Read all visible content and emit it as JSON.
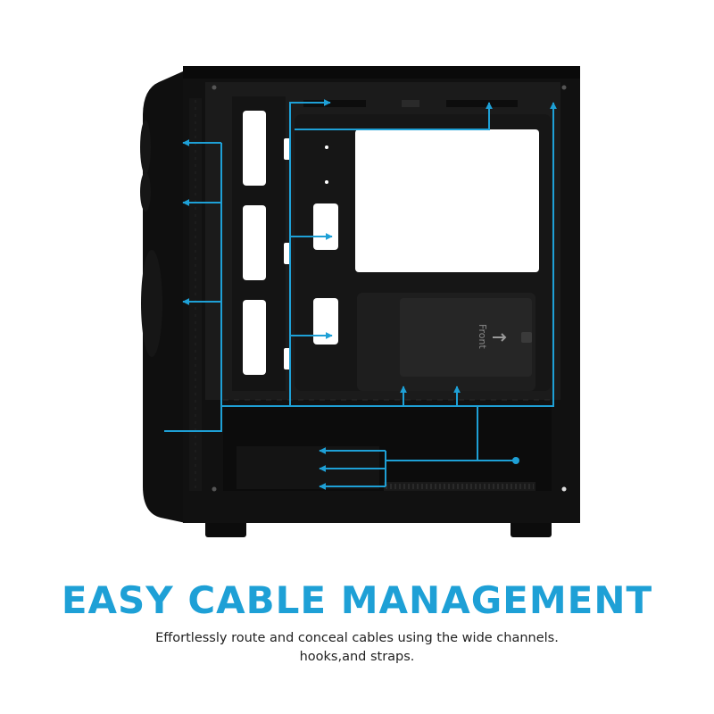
{
  "colors": {
    "accent": "#1ea0d6",
    "case_body": "#111111",
    "case_interior": "#1b1b1b",
    "text": "#222222",
    "background": "#ffffff"
  },
  "product": {
    "name": "pc-case-side-view",
    "front_label": "Front"
  },
  "headline": "EASY CABLE MANAGEMENT",
  "subtitle": {
    "line1": "Effortlessly route and conceal cables using the wide channels.",
    "line2": "hooks,and straps."
  }
}
